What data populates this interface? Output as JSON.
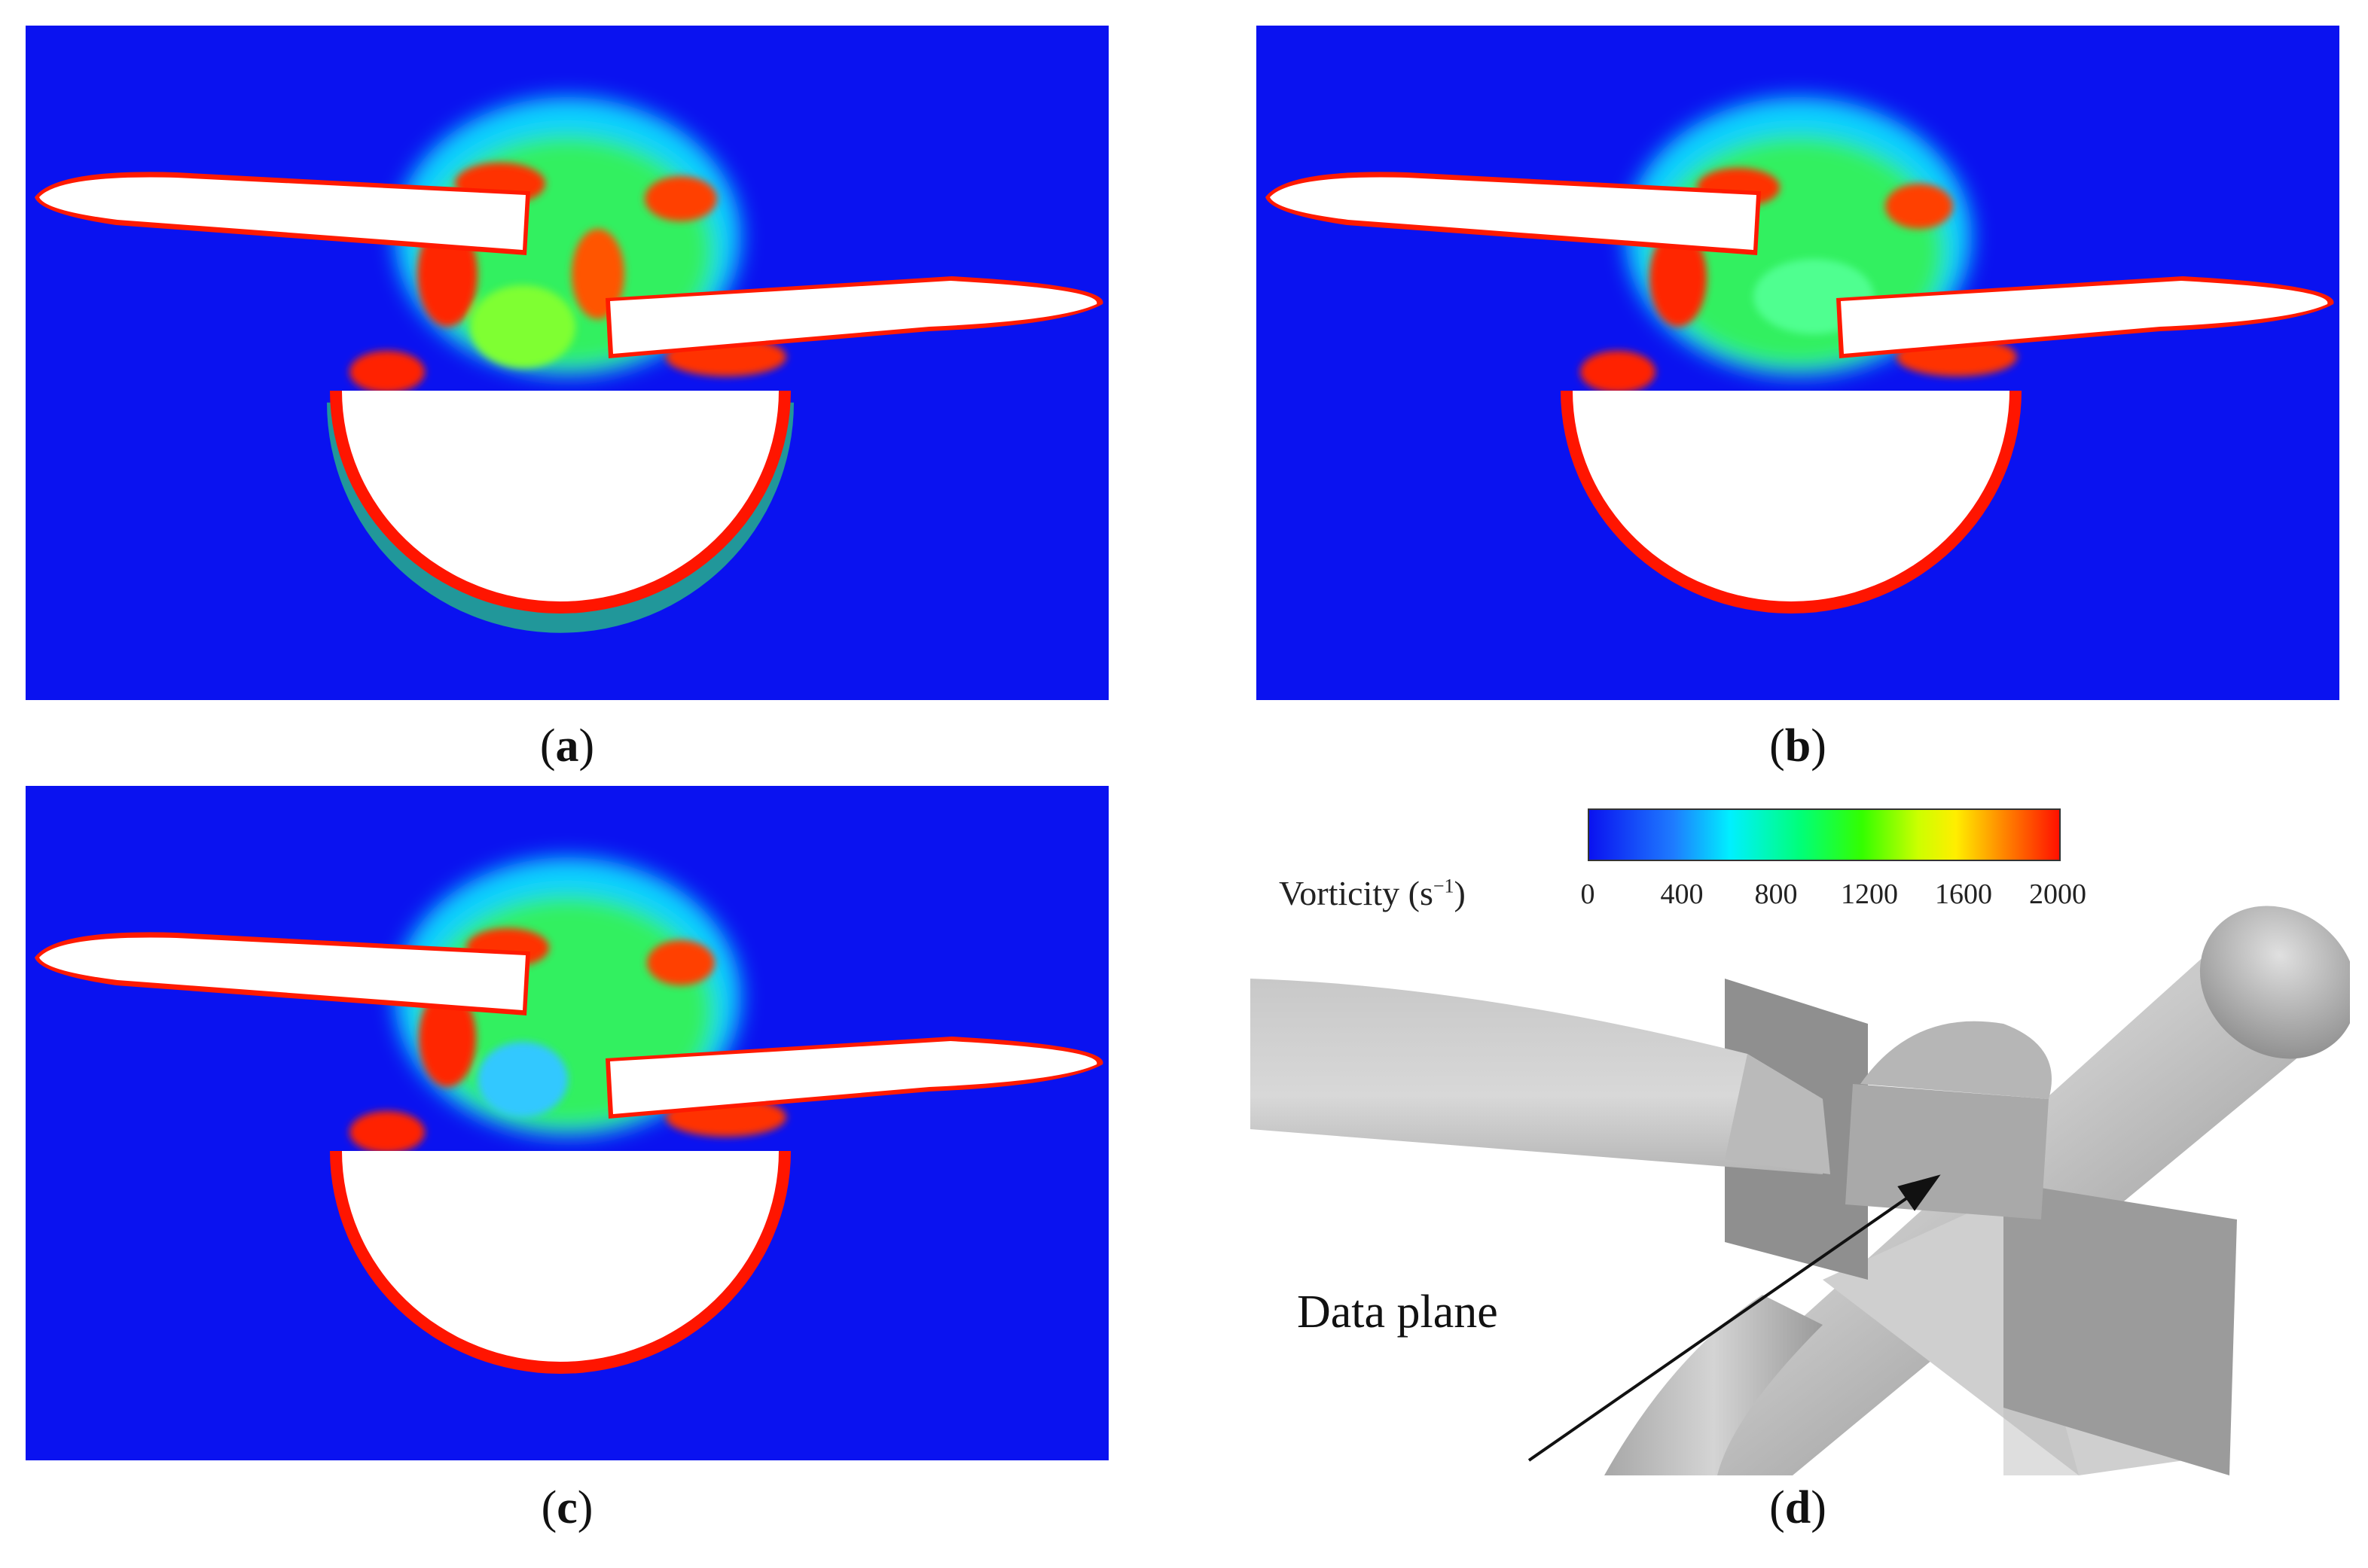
{
  "figure": {
    "captions": [
      {
        "open": "(",
        "letter": "a",
        "close": ")"
      },
      {
        "open": "(",
        "letter": "b",
        "close": ")"
      },
      {
        "open": "(",
        "letter": "c",
        "close": ")"
      },
      {
        "open": "(",
        "letter": "d",
        "close": ")"
      }
    ],
    "colorbar": {
      "title": "Vorticity (s",
      "title_superscript": "−1",
      "title_close": ")",
      "ticks": [
        "0",
        "400",
        "800",
        "1200",
        "1600",
        "2000"
      ],
      "range": [
        0,
        2000
      ],
      "colors": [
        "#0a12f0",
        "#1e7cff",
        "#00f0ff",
        "#00ff78",
        "#33ff00",
        "#ccff00",
        "#ffee00",
        "#ff8800",
        "#ff1100"
      ]
    },
    "geometry_annotation": "Data plane"
  }
}
